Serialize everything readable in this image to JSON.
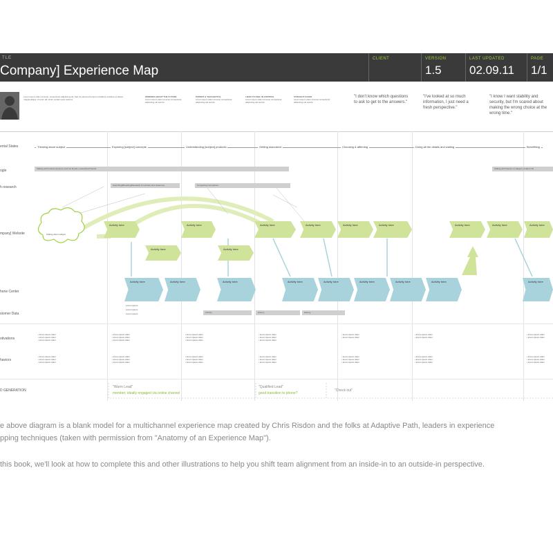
{
  "header": {
    "title_label": "TLE",
    "title": "Company] Experience Map",
    "client_label": "CLIENT",
    "version_label": "VERSION",
    "version": "1.5",
    "updated_label": "LAST UPDATED",
    "updated": "02.09.11",
    "page_label": "PAGE",
    "page": "1/1"
  },
  "persona": {
    "text": "Lorem ipsum dolor sit amet, consectetur adipiscing elit. Sed do eiusmod tempor incididunt ut labore et dolore magna aliqua. Ut enim ad minim veniam quis nostrud.",
    "blocks": [
      {
        "head": "WORRIES ABOUT THE FUTURE",
        "body": "Lorem ipsum dolor sit amet consectetur adipiscing elit sed do"
      },
      {
        "head": "PATIENT & THOUGHTFUL",
        "body": "Lorem ipsum dolor sit amet consectetur adipiscing elit sed do"
      },
      {
        "head": "LIKES TO FEEL IN CONTROL",
        "body": "Lorem ipsum dolor sit amet consectetur adipiscing elit sed do"
      },
      {
        "head": "STRAIGHT FACED",
        "body": "Lorem ipsum dolor sit amet consectetur adipiscing elit sed do"
      }
    ],
    "quotes": [
      "\"I don't know which questions to ask to get to the answers.\"",
      "\"I've looked at so much information, I just need a fresh perspective.\"",
      "\"I know I want stability and security, but I'm scared about making the wrong choice at the wrong time.\""
    ]
  },
  "rows": {
    "mental_states": "ental States",
    "google": "ogle",
    "research": "h research",
    "website": "mpany] Website",
    "phone_center": "hone Center",
    "customer_data": "stomer Data",
    "motivations": "otivations",
    "behaviors": "haviors",
    "lead_generation": "D GENERATION"
  },
  "stages": [
    "Thinking about subject",
    "Exploring [subject] concepts",
    "Understanding [subject] products",
    "Getting assurance",
    "Choosing & affirming",
    "Doing all the details and waiting",
    "Benefitting"
  ],
  "diagram": {
    "google_bar": "Talking with trusted someone such as friends, researched friends",
    "google_bar_right": "Talking with friends on subject, product info",
    "research_bar1": "Searching/Browsing/Research for articles and resources",
    "research_bar2": "Comparing competitors",
    "cloud": "Talking about subject",
    "activity": "Activity here",
    "data_activity": "Activity",
    "data_history": "History",
    "small_note": "Lorem ipsum",
    "list_item": "• lorem ipsum dolor"
  },
  "leads": {
    "warm": "\"Warm Lead\"",
    "warm_sub": "member, ideally engaged via online channel",
    "qualified": "\"Qualified Lead\"",
    "qualified_sub": "good transition to phone?",
    "checkout": "\"Check out\""
  },
  "captions": {
    "line1": "e above diagram is a blank model for a multichannel experience map created by Chris Risdon and the folks at Adaptive Path, leaders in experience",
    "line2": "pping techniques (taken with permission from \"Anatomy of an Experience Map\").",
    "line3": "this book, we'll look at how to complete this and other illustrations to help you shift team alignment from an inside-in to an outside-in perspective."
  },
  "colors": {
    "header_bg": "#3a3a3a",
    "accent_green": "#9fd13f",
    "chevron_green": "#cfe39a",
    "chevron_blue": "#a9d3dc"
  }
}
